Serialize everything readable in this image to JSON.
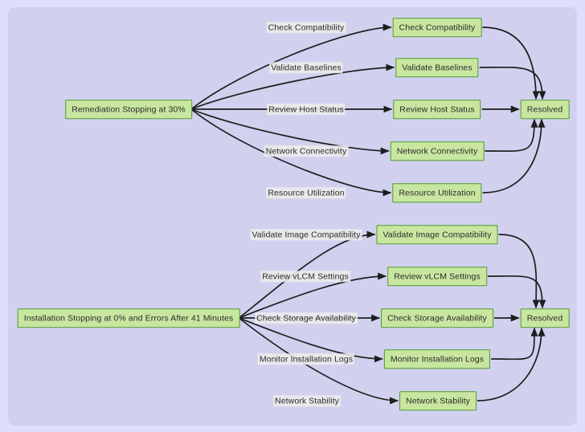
{
  "colors": {
    "outer_background": "#dfdffc",
    "panel_background": "#d1d1ef",
    "node_fill": "#c8e6a0",
    "node_border": "#4f9a33",
    "edge": "#1e1e1e",
    "edge_label_background": "rgba(236,236,236,0.88)",
    "text": "#2b2b2b"
  },
  "flows": [
    {
      "source": "Remediation Stopping at 30%",
      "resolved": "Resolved",
      "steps": [
        "Check Compatibility",
        "Validate Baselines",
        "Review Host Status",
        "Network Connectivity",
        "Resource Utilization"
      ]
    },
    {
      "source": "Installation Stopping at 0% and Errors After 41 Minutes",
      "resolved": "Resolved",
      "steps": [
        "Validate Image Compatibility",
        "Review vLCM Settings",
        "Check Storage Availability",
        "Monitor Installation Logs",
        "Network Stability"
      ]
    }
  ]
}
